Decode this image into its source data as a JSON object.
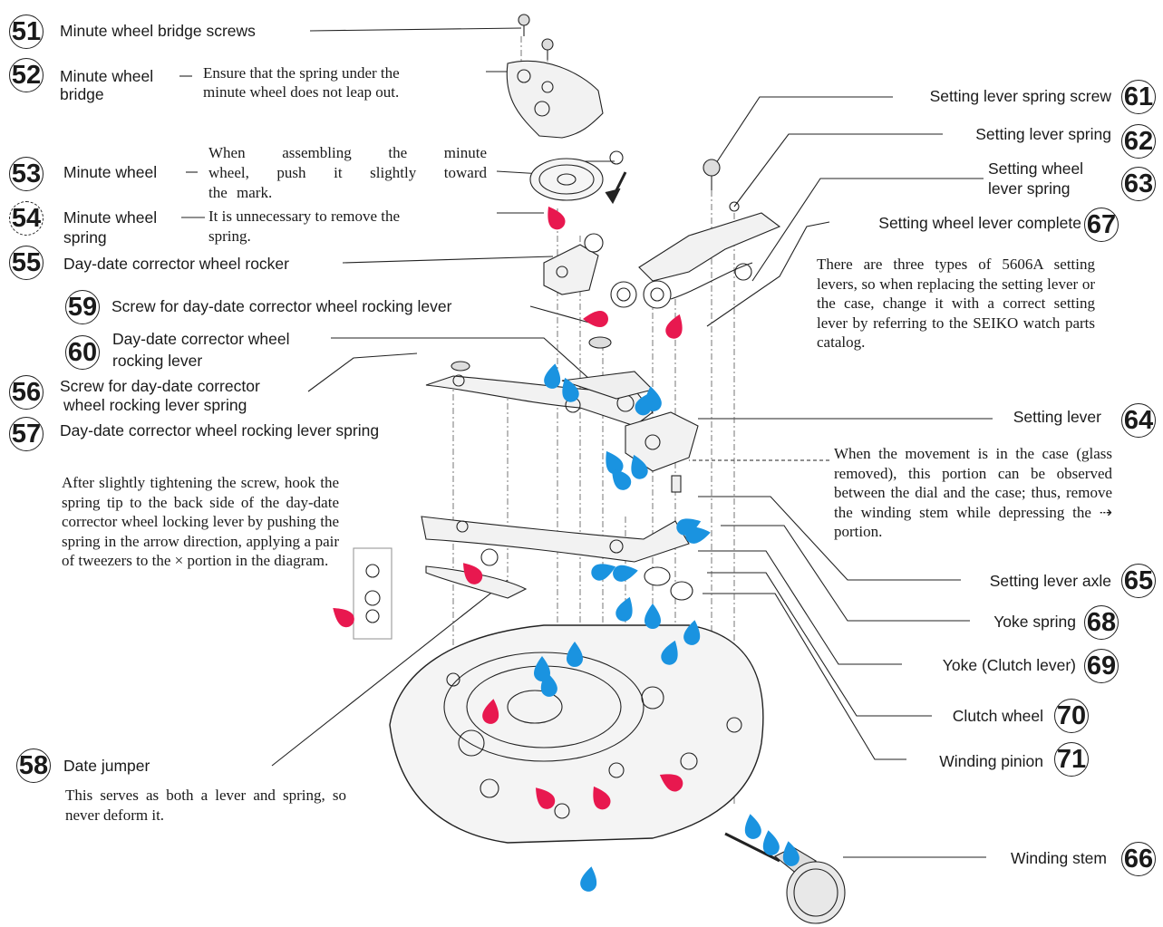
{
  "parts": {
    "p51": {
      "num": "51",
      "label": "Minute wheel bridge screws"
    },
    "p52": {
      "num": "52",
      "label_line1": "Minute wheel",
      "label_line2": "bridge"
    },
    "p53": {
      "num": "53",
      "label": "Minute wheel"
    },
    "p54": {
      "num": "54",
      "label_line1": "Minute wheel",
      "label_line2": "spring"
    },
    "p55": {
      "num": "55",
      "label": "Day-date corrector wheel rocker"
    },
    "p59": {
      "num": "59",
      "label": "Screw for day-date corrector wheel rocking lever"
    },
    "p60": {
      "num": "60",
      "label_line1": "Day-date corrector wheel",
      "label_line2": "rocking lever"
    },
    "p56": {
      "num": "56",
      "label_line1": "Screw for day-date corrector",
      "label_line2": "wheel rocking lever spring"
    },
    "p57": {
      "num": "57",
      "label": "Day-date corrector wheel rocking lever spring"
    },
    "p58": {
      "num": "58",
      "label": "Date jumper"
    },
    "p61": {
      "num": "61",
      "label": "Setting lever spring screw"
    },
    "p62": {
      "num": "62",
      "label": "Setting lever spring"
    },
    "p63": {
      "num": "63",
      "label_line1": "Setting wheel",
      "label_line2": "lever spring"
    },
    "p67": {
      "num": "67",
      "label": "Setting wheel lever complete"
    },
    "p64": {
      "num": "64",
      "label": "Setting lever"
    },
    "p65": {
      "num": "65",
      "label": "Setting lever axle"
    },
    "p68": {
      "num": "68",
      "label": "Yoke spring"
    },
    "p69": {
      "num": "69",
      "label": "Yoke (Clutch lever)"
    },
    "p70": {
      "num": "70",
      "label": "Clutch wheel"
    },
    "p71": {
      "num": "71",
      "label": "Winding pinion"
    },
    "p66": {
      "num": "66",
      "label": "Winding stem"
    }
  },
  "notes": {
    "n52_l1": "Ensure that the spring under the",
    "n52_l2": "minute wheel does not leap out.",
    "n53_l1": "When assembling the minute",
    "n53_l2": "wheel, push it slightly toward",
    "n53_l3": "the mark.",
    "n54_l1": "It is unnecessary to remove the",
    "n54_l2": "spring.",
    "n67": "There are three types of 5606A setting levers, so when replacing the setting lever or the case, change it with a correct setting lever by referring to the SEIKO watch parts catalog.",
    "n64": "When the movement is in the case (glass removed), this portion can be observed between the dial and the case; thus, remove the winding stem while depressing the ⇢ portion.",
    "n57": "After slightly tightening the screw, hook the spring tip to the back side of the day-date corrector wheel locking lever by pushing the spring in the arrow direction, applying a pair of tweezers to the × portion in the diagram.",
    "n58": "This serves as both a lever and spring, so never deform it."
  },
  "colors": {
    "oil_red": "#e8184f",
    "oil_blue": "#1a93e0",
    "ink": "#1a1a1a"
  }
}
